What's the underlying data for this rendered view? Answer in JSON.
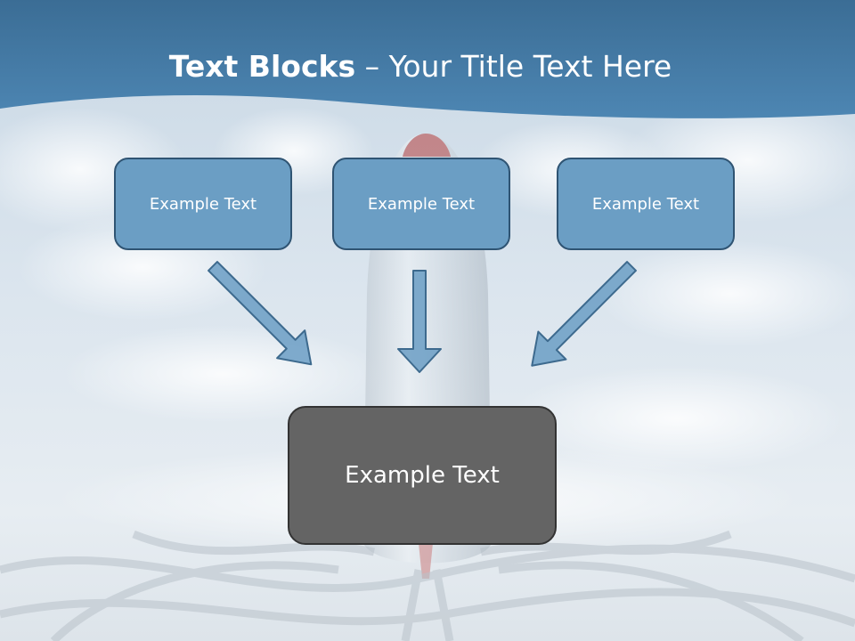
{
  "slide": {
    "title_bold": "Text Blocks",
    "title_dash": " – ",
    "title_rest": "Your Title Text Here"
  },
  "top_boxes": [
    {
      "label": "Example Text"
    },
    {
      "label": "Example Text"
    },
    {
      "label": "Example Text"
    }
  ],
  "center_box": {
    "label": "Example Text"
  },
  "colors": {
    "header_band": "#3f75a0",
    "top_box_fill": "#6b9ec4",
    "top_box_border": "#2f5473",
    "center_box_fill": "#646464",
    "center_box_border": "#333333",
    "arrow_fill": "#6b9ec4",
    "arrow_stroke": "#3d6a8e"
  }
}
